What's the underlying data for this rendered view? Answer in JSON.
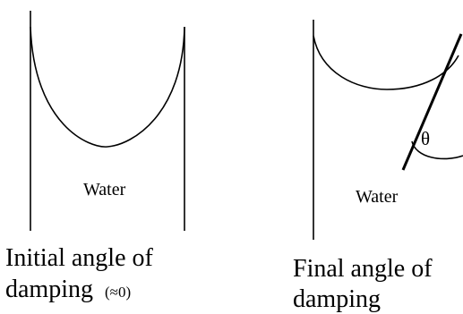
{
  "left_panel": {
    "medium_label": "Water",
    "caption_line1": "Initial angle of",
    "caption_line2": "damping",
    "caption_approx": "(≈0)"
  },
  "right_panel": {
    "medium_label": "Water",
    "angle_symbol": "θ",
    "caption_line1": "Final angle of",
    "caption_line2": "damping"
  }
}
